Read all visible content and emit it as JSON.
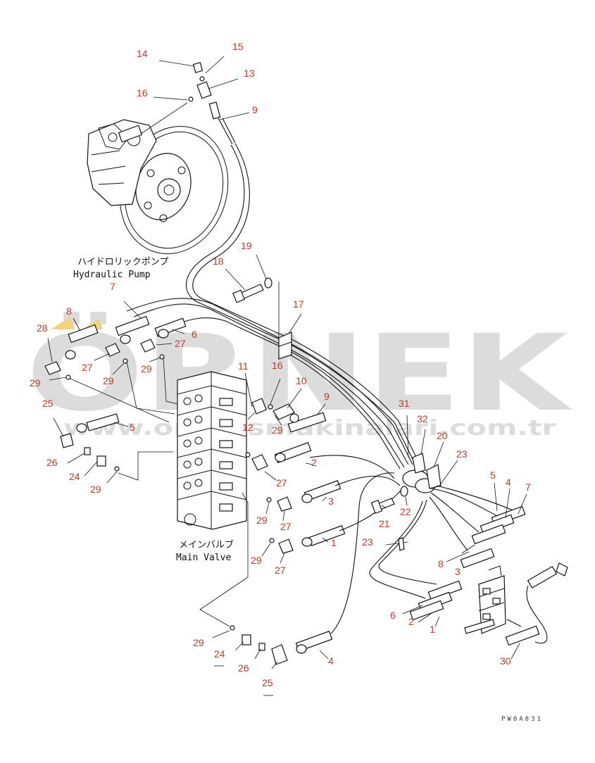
{
  "watermark": {
    "brand": "ÖRNEK",
    "url": "www.orneksmakinalari.com.tr"
  },
  "labels": {
    "pump_jp": "ハイドロリックポンプ",
    "pump_en": "Hydraulic Pump",
    "valve_jp": "メインバルブ",
    "valve_en": "Main Valve"
  },
  "drawing_code": "PW0A831",
  "callouts": [
    {
      "id": "c14",
      "text": "14"
    },
    {
      "id": "c15",
      "text": "15"
    },
    {
      "id": "c13",
      "text": "13"
    },
    {
      "id": "c16a",
      "text": "16"
    },
    {
      "id": "c9a",
      "text": "9"
    },
    {
      "id": "c18",
      "text": "18"
    },
    {
      "id": "c19",
      "text": "19"
    },
    {
      "id": "c7a",
      "text": "7"
    },
    {
      "id": "c17",
      "text": "17"
    },
    {
      "id": "c8a",
      "text": "8"
    },
    {
      "id": "c28",
      "text": "28"
    },
    {
      "id": "c6a",
      "text": "6"
    },
    {
      "id": "c27a",
      "text": "27"
    },
    {
      "id": "c27b",
      "text": "27"
    },
    {
      "id": "c29a",
      "text": "29"
    },
    {
      "id": "c29b",
      "text": "29"
    },
    {
      "id": "c29c",
      "text": "29"
    },
    {
      "id": "c16b",
      "text": "16"
    },
    {
      "id": "c11",
      "text": "11"
    },
    {
      "id": "c10",
      "text": "10"
    },
    {
      "id": "c12",
      "text": "12"
    },
    {
      "id": "c29d",
      "text": "29"
    },
    {
      "id": "c9b",
      "text": "9"
    },
    {
      "id": "c31",
      "text": "31"
    },
    {
      "id": "c25a",
      "text": "25"
    },
    {
      "id": "c5a",
      "text": "5"
    },
    {
      "id": "c32",
      "text": "32"
    },
    {
      "id": "c20",
      "text": "20"
    },
    {
      "id": "c26a",
      "text": "26"
    },
    {
      "id": "c2a",
      "text": "2"
    },
    {
      "id": "c23a",
      "text": "23"
    },
    {
      "id": "c24a",
      "text": "24"
    },
    {
      "id": "c29e",
      "text": "29"
    },
    {
      "id": "c27c",
      "text": "27"
    },
    {
      "id": "c5b",
      "text": "5"
    },
    {
      "id": "c4a",
      "text": "4"
    },
    {
      "id": "c7b",
      "text": "7"
    },
    {
      "id": "c3a",
      "text": "3"
    },
    {
      "id": "c21",
      "text": "21"
    },
    {
      "id": "c22",
      "text": "22"
    },
    {
      "id": "c29f",
      "text": "29"
    },
    {
      "id": "c27d",
      "text": "27"
    },
    {
      "id": "c1a",
      "text": "1"
    },
    {
      "id": "c23b",
      "text": "23"
    },
    {
      "id": "c29g",
      "text": "29"
    },
    {
      "id": "c27e",
      "text": "27"
    },
    {
      "id": "c8b",
      "text": "8"
    },
    {
      "id": "c3b",
      "text": "3"
    },
    {
      "id": "c6b",
      "text": "6"
    },
    {
      "id": "c2b",
      "text": "2"
    },
    {
      "id": "c1b",
      "text": "1"
    },
    {
      "id": "c29h",
      "text": "29"
    },
    {
      "id": "c24b",
      "text": "24"
    },
    {
      "id": "c26b",
      "text": "26"
    },
    {
      "id": "c4b",
      "text": "4"
    },
    {
      "id": "c25b",
      "text": "25"
    },
    {
      "id": "c30",
      "text": "30"
    }
  ]
}
